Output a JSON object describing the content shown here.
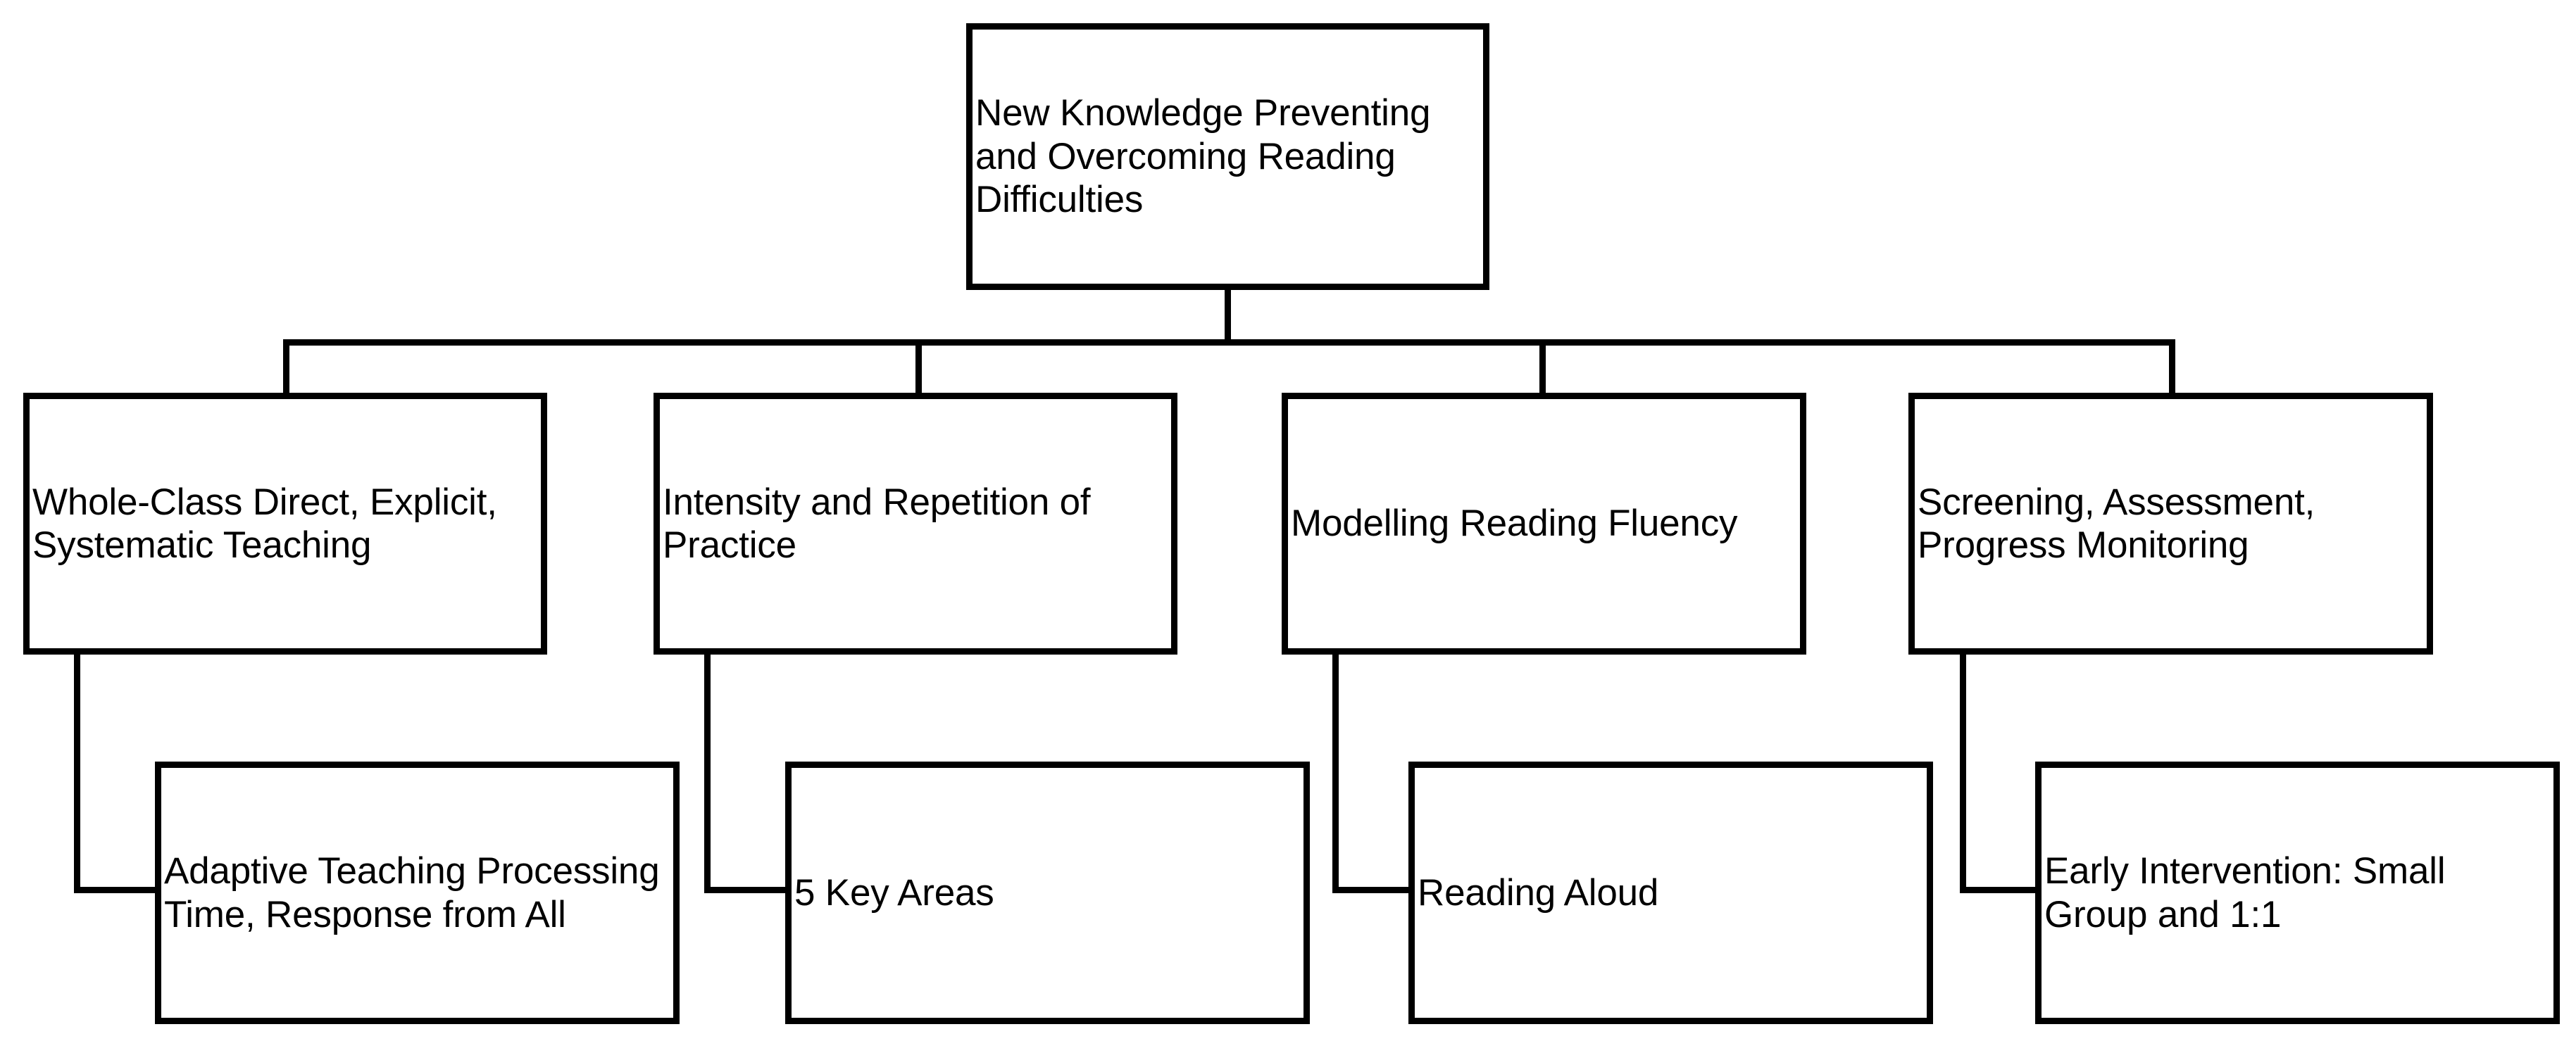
{
  "diagram": {
    "type": "organizational-hierarchy-chart",
    "title": "New Knowledge Preventing and Overcoming Reading Difficulties",
    "background_color": "#ffffff",
    "line_color": "#000000",
    "text_color": "#000000",
    "root": {
      "id": "root",
      "label": "New Knowledge Preventing and Overcoming Reading Difficulties"
    },
    "branches": [
      {
        "id": "branch-1",
        "label": "Whole-Class Direct, Explicit, Systematic Teaching",
        "child": {
          "id": "leaf-1",
          "label": "Adaptive Teaching Processing Time, Response from All"
        }
      },
      {
        "id": "branch-2",
        "label": "Intensity and Repetition of Practice",
        "child": {
          "id": "leaf-2",
          "label": "5 Key Areas"
        }
      },
      {
        "id": "branch-3",
        "label": "Modelling Reading Fluency",
        "child": {
          "id": "leaf-3",
          "label": "Reading Aloud"
        }
      },
      {
        "id": "branch-4",
        "label": "Screening, Assessment, Progress Monitoring",
        "child": {
          "id": "leaf-4",
          "label": "Early Intervention: Small Group and 1:1"
        }
      }
    ]
  }
}
